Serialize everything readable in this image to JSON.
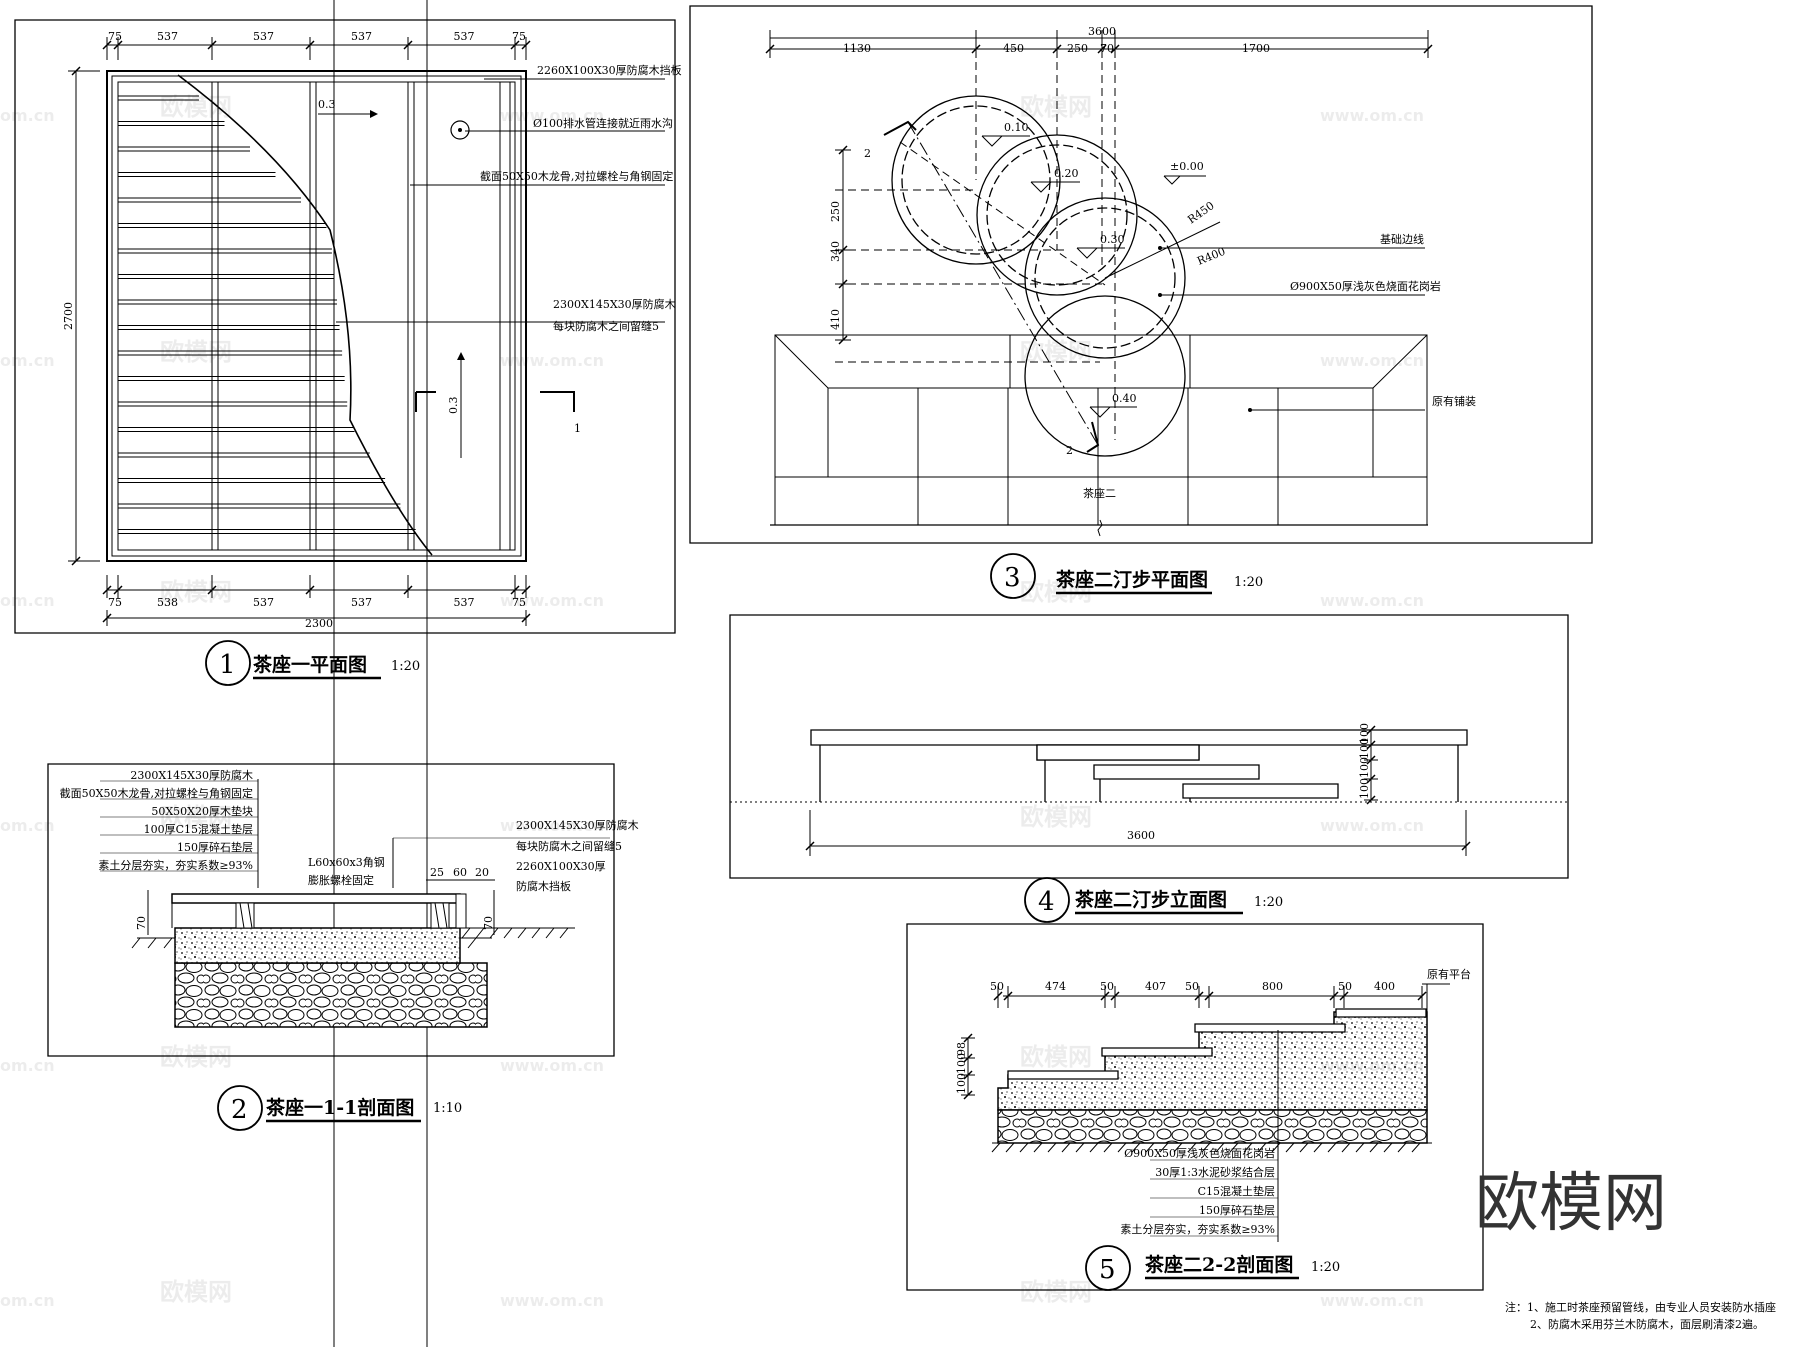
{
  "watermarks": {
    "logo": "欧模网",
    "url": "www.om.cn",
    "domain_suffix": "om.cn",
    "brand_large": "欧模网"
  },
  "views": [
    {
      "num": "1",
      "title": "茶座一平面图",
      "scale": "1:20"
    },
    {
      "num": "2",
      "title": "茶座一1-1剖面图",
      "scale": "1:10"
    },
    {
      "num": "3",
      "title": "茶座二汀步平面图",
      "scale": "1:20"
    },
    {
      "num": "4",
      "title": "茶座二汀步立面图",
      "scale": "1:20"
    },
    {
      "num": "5",
      "title": "茶座二2-2剖面图",
      "scale": "1:20"
    }
  ],
  "plan1": {
    "dims_top": [
      "75",
      "537",
      "537",
      "537",
      "537",
      "75"
    ],
    "dims_bottom": [
      "75",
      "538",
      "537",
      "537",
      "537",
      "75"
    ],
    "total_width": "2300",
    "height": "2700",
    "slope_a": "0.3",
    "slope_b": "0.3",
    "section_mark": "1",
    "notes": [
      "2260X100X30厚防腐木挡板",
      "Ø100排水管连接就近雨水沟",
      "截面50X50木龙骨,对拉螺栓与角钢固定",
      "2300X145X30厚防腐木",
      "每块防腐木之间留缝5"
    ]
  },
  "section1": {
    "notes_left": [
      "2300X145X30厚防腐木",
      "截面50X50木龙骨,对拉螺栓与角钢固定",
      "50X50X20厚木垫块",
      "100厚C15混凝土垫层",
      "150厚碎石垫层",
      "素土分层夯实，夯实系数≥93%"
    ],
    "notes_mid": [
      "L60x60x3角钢",
      "膨胀螺栓固定"
    ],
    "notes_right": [
      "2300X145X30厚防腐木",
      "每块防腐木之间留缝5",
      "2260X100X30厚",
      "防腐木挡板"
    ],
    "dims": [
      "25",
      "60",
      "20",
      "70",
      "70"
    ]
  },
  "plan3": {
    "total": "3600",
    "dims_top": [
      "1130",
      "450",
      "250",
      "70",
      "1700"
    ],
    "dims_left": [
      "250",
      "340",
      "410"
    ],
    "levels": [
      "0.10",
      "0.20",
      "0.30",
      "0.40",
      "±0.00"
    ],
    "radii": [
      "R450",
      "R400"
    ],
    "section_mark": "2",
    "label_center": "茶座二",
    "notes": [
      "基础边线",
      "Ø900X50厚浅灰色烧面花岗岩",
      "原有铺装"
    ]
  },
  "elev4": {
    "total": "3600",
    "dims_right": [
      "100",
      "100",
      "100",
      "100"
    ]
  },
  "section5": {
    "dims_top": [
      "50",
      "474",
      "50",
      "407",
      "50",
      "800",
      "50",
      "400"
    ],
    "dims_left": [
      "100",
      "100",
      "98"
    ],
    "label_top": "原有平台",
    "notes": [
      "Ø900X50厚浅灰色烧面花岗岩",
      "30厚1:3水泥砂浆结合层",
      "C15混凝土垫层",
      "150厚碎石垫层",
      "素土分层夯实，夯实系数≥93%"
    ]
  },
  "general_notes": [
    "注：1、施工时茶座预留管线，由专业人员安装防水插座",
    "2、防腐木采用芬兰木防腐木，面层刷清漆2遍。"
  ]
}
